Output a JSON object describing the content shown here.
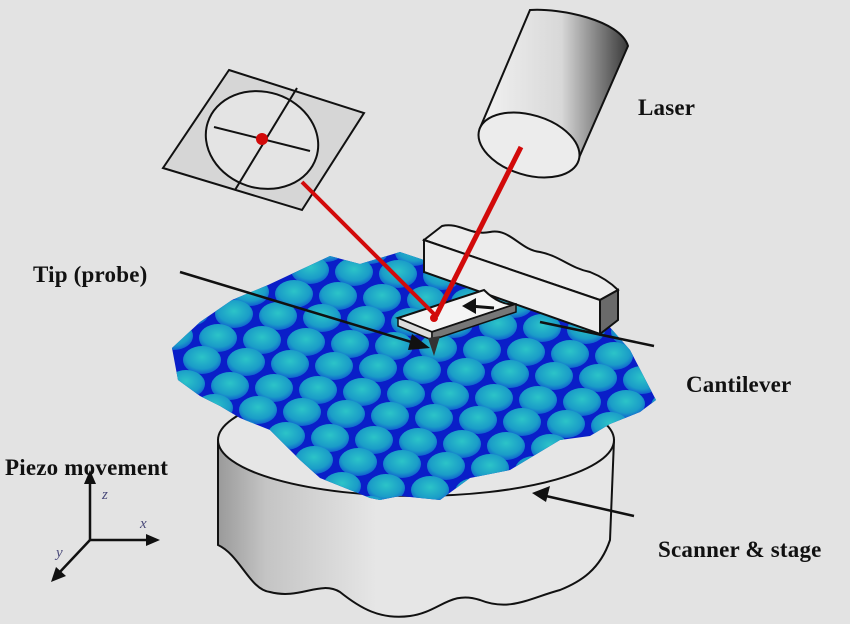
{
  "diagram": {
    "subject": "Atomic force microscope schematic",
    "colors": {
      "background": "#e3e3e3",
      "laser_beam": "#d20a0a",
      "surface_dark": "#0a1ec8",
      "surface_bumps": "#1aa6c8",
      "outline": "#111111",
      "component_fill": "#ececec"
    },
    "labels": {
      "laser": "Laser",
      "tip": "Tip (probe)",
      "cantilever": "Cantilever",
      "piezo": "Piezo movement",
      "scanner": "Scanner & stage"
    },
    "axes": {
      "x": "x",
      "y": "y",
      "z": "z"
    },
    "components": [
      {
        "name": "Photodetector",
        "icon": "quadrant-detector"
      },
      {
        "name": "Laser",
        "icon": "cylinder-laser"
      },
      {
        "name": "Cantilever holder",
        "icon": "block"
      },
      {
        "name": "Cantilever",
        "icon": "beam-with-tip"
      },
      {
        "name": "Sample surface",
        "icon": "atomic-lattice"
      },
      {
        "name": "Scanner & stage",
        "icon": "cylinder-stage"
      },
      {
        "name": "Piezo axes",
        "icon": "xyz-axes"
      }
    ]
  }
}
